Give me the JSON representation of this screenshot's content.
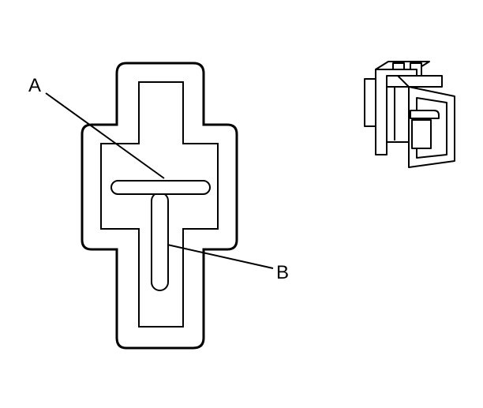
{
  "diagram": {
    "callouts": [
      {
        "id": "A",
        "label": "A"
      },
      {
        "id": "B",
        "label": "B"
      }
    ],
    "colors": {
      "stroke": "#000000",
      "fill": "#ffffff"
    }
  }
}
